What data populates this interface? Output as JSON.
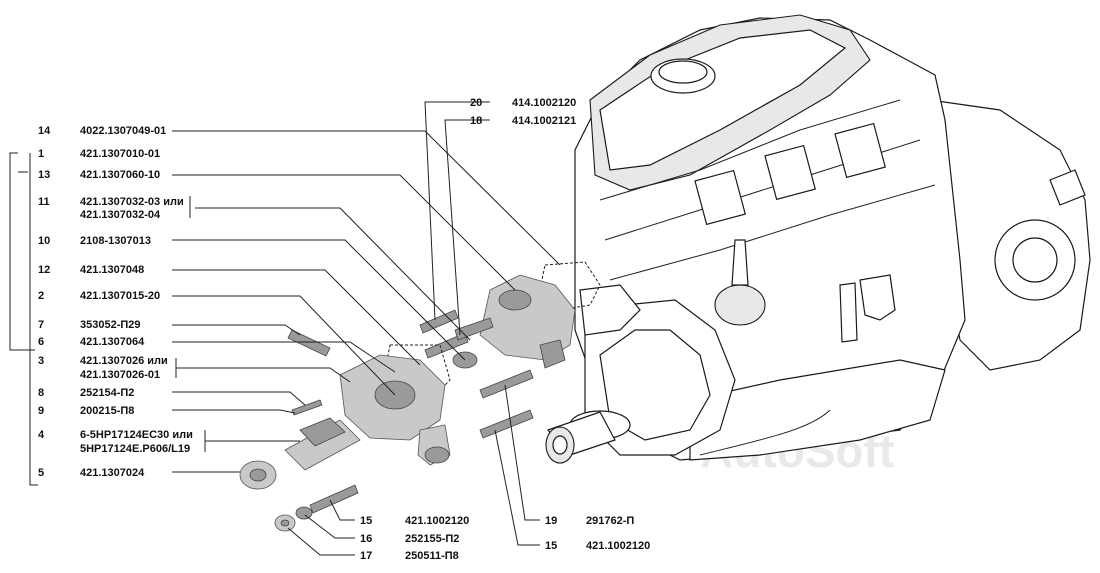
{
  "watermark": "AutoSoft",
  "callouts": [
    {
      "num": "14",
      "code": "4022.1307049-01"
    },
    {
      "num": "1",
      "code": "421.1307010-01"
    },
    {
      "num": "13",
      "code": "421.1307060-10"
    },
    {
      "num": "11",
      "code": "421.1307032-03 или",
      "code2": "421.1307032-04"
    },
    {
      "num": "10",
      "code": "2108-1307013"
    },
    {
      "num": "12",
      "code": "421.1307048"
    },
    {
      "num": "2",
      "code": "421.1307015-20"
    },
    {
      "num": "7",
      "code": "353052-П29"
    },
    {
      "num": "6",
      "code": "421.1307064"
    },
    {
      "num": "3",
      "code": "421.1307026 или",
      "code2": "421.1307026-01"
    },
    {
      "num": "8",
      "code": "252154-П2"
    },
    {
      "num": "9",
      "code": "200215-П8"
    },
    {
      "num": "4",
      "code": "6-5НР17124ЕС30 или",
      "code2": "5НР17124Е.Р606/L19"
    },
    {
      "num": "5",
      "code": "421.1307024"
    },
    {
      "num": "20",
      "code": "414.1002120"
    },
    {
      "num": "18",
      "code": "414.1002121"
    },
    {
      "num": "15",
      "code": "421.1002120"
    },
    {
      "num": "16",
      "code": "252155-П2"
    },
    {
      "num": "17",
      "code": "250511-П8"
    },
    {
      "num": "19",
      "code": "291762-П"
    },
    {
      "num": "15",
      "code": "421.1002120"
    }
  ]
}
